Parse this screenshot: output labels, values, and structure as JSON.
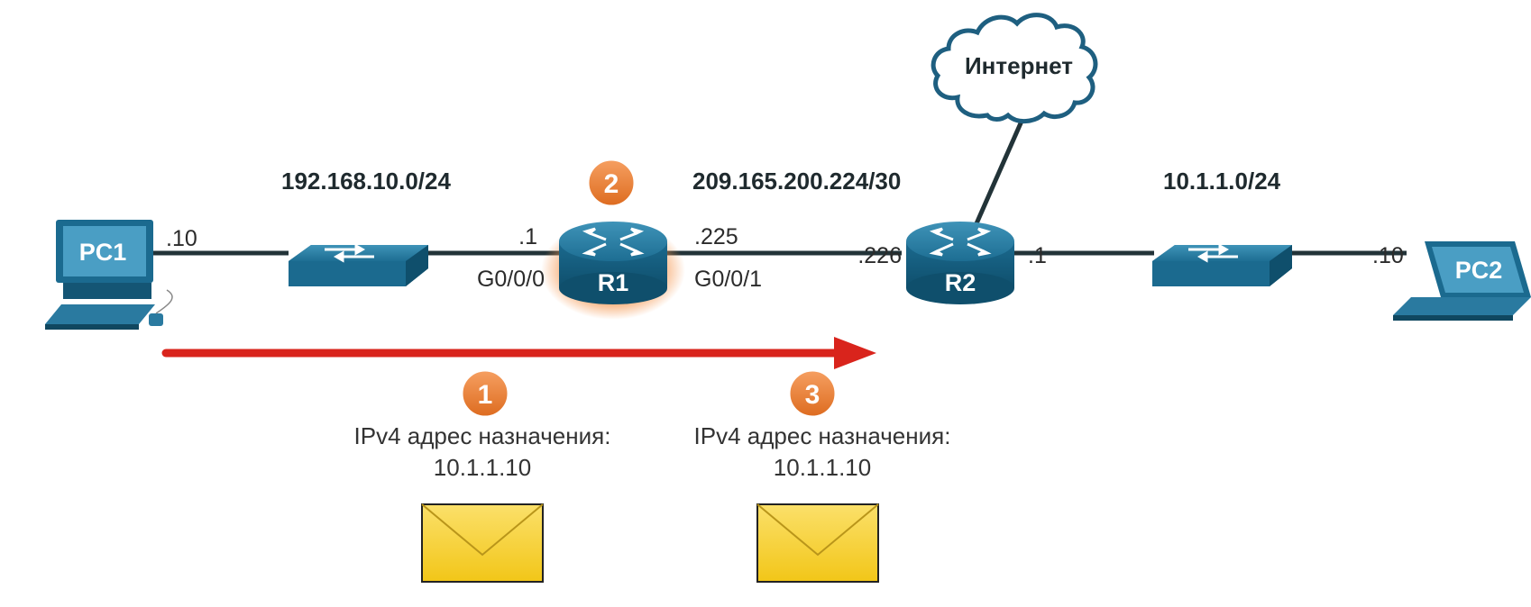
{
  "cloud": {
    "label": "Интернет"
  },
  "networks": {
    "lan1": "192.168.10.0/24",
    "wan": "209.165.200.224/30",
    "lan2": "10.1.1.0/24"
  },
  "devices": {
    "pc1": {
      "label": "PC1",
      "addr": ".10"
    },
    "r1": {
      "label": "R1",
      "addr_left": ".1",
      "addr_right": ".225",
      "if_left": "G0/0/0",
      "if_right": "G0/0/1"
    },
    "r2": {
      "label": "R2",
      "addr_left": ".226",
      "addr_right": ".1"
    },
    "pc2": {
      "label": "PC2",
      "addr": ".10"
    }
  },
  "steps": [
    {
      "number": "1",
      "caption": "IPv4 адрес назначения:",
      "value": "10.1.1.10"
    },
    {
      "number": "2"
    },
    {
      "number": "3",
      "caption": "IPv4 адрес назначения:",
      "value": "10.1.1.10"
    }
  ],
  "colors": {
    "device": "#1b6a8f",
    "badge": "#ec7a2c",
    "arrow": "#d9241c",
    "envelope": "#f7d640",
    "link": "#223338"
  },
  "icons": [
    "pc-icon",
    "switch-icon",
    "router-icon",
    "cloud-icon",
    "laptop-icon",
    "envelope-icon",
    "arrow-icon"
  ]
}
